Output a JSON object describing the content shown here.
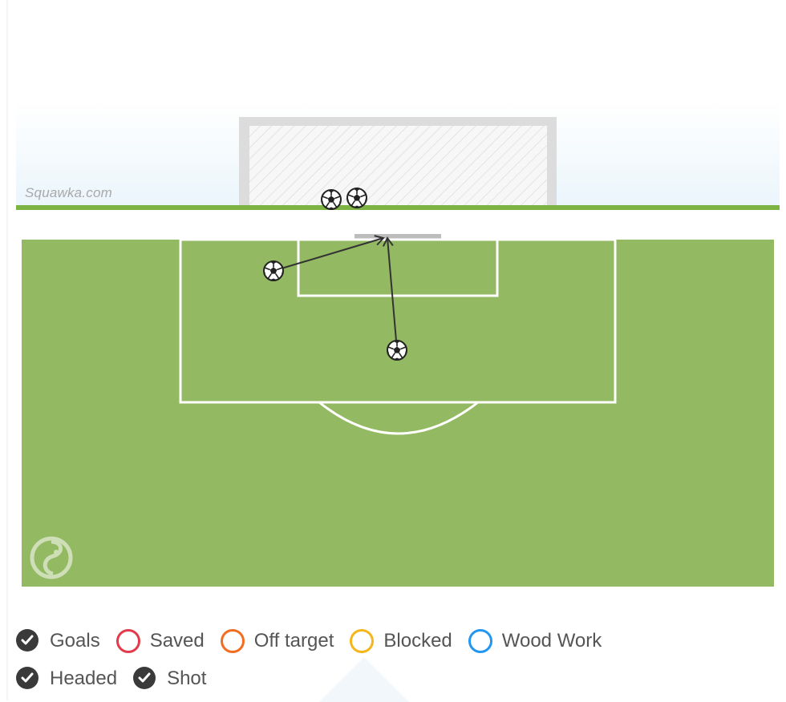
{
  "watermark": "Squawka.com",
  "colors": {
    "pitch": "#93b963",
    "pitch_border": "#ffffff",
    "goal_line": "#7cb342",
    "post": "#d6d6d6",
    "shot_line": "#333333",
    "saved": "#e23a4a",
    "off_target": "#f26d21",
    "blocked": "#f4b61a",
    "wood_work": "#2196f3",
    "checked": "#3a3a3a"
  },
  "logo_icon": "squawka-logo-icon",
  "shots": [
    {
      "type": "goal",
      "from": [
        341,
        338
      ],
      "to": [
        478,
        297
      ],
      "end": [
        413,
        249
      ]
    },
    {
      "type": "goal",
      "from": [
        495,
        437
      ],
      "to": [
        483,
        297
      ],
      "end": [
        445,
        247
      ]
    }
  ],
  "legend": {
    "row1": [
      {
        "key": "goals",
        "label": "Goals",
        "icon": "check-icon",
        "checked": true
      },
      {
        "key": "saved",
        "label": "Saved",
        "icon": "ring-icon",
        "color": "#e23a4a"
      },
      {
        "key": "off_target",
        "label": "Off target",
        "icon": "ring-icon",
        "color": "#f26d21"
      },
      {
        "key": "blocked",
        "label": "Blocked",
        "icon": "ring-icon",
        "color": "#f4b61a"
      },
      {
        "key": "wood_work",
        "label": "Wood Work",
        "icon": "ring-icon",
        "color": "#2196f3"
      }
    ],
    "row2": [
      {
        "key": "headed",
        "label": "Headed",
        "icon": "check-icon",
        "checked": true
      },
      {
        "key": "shot",
        "label": "Shot",
        "icon": "check-icon",
        "checked": true
      }
    ]
  }
}
